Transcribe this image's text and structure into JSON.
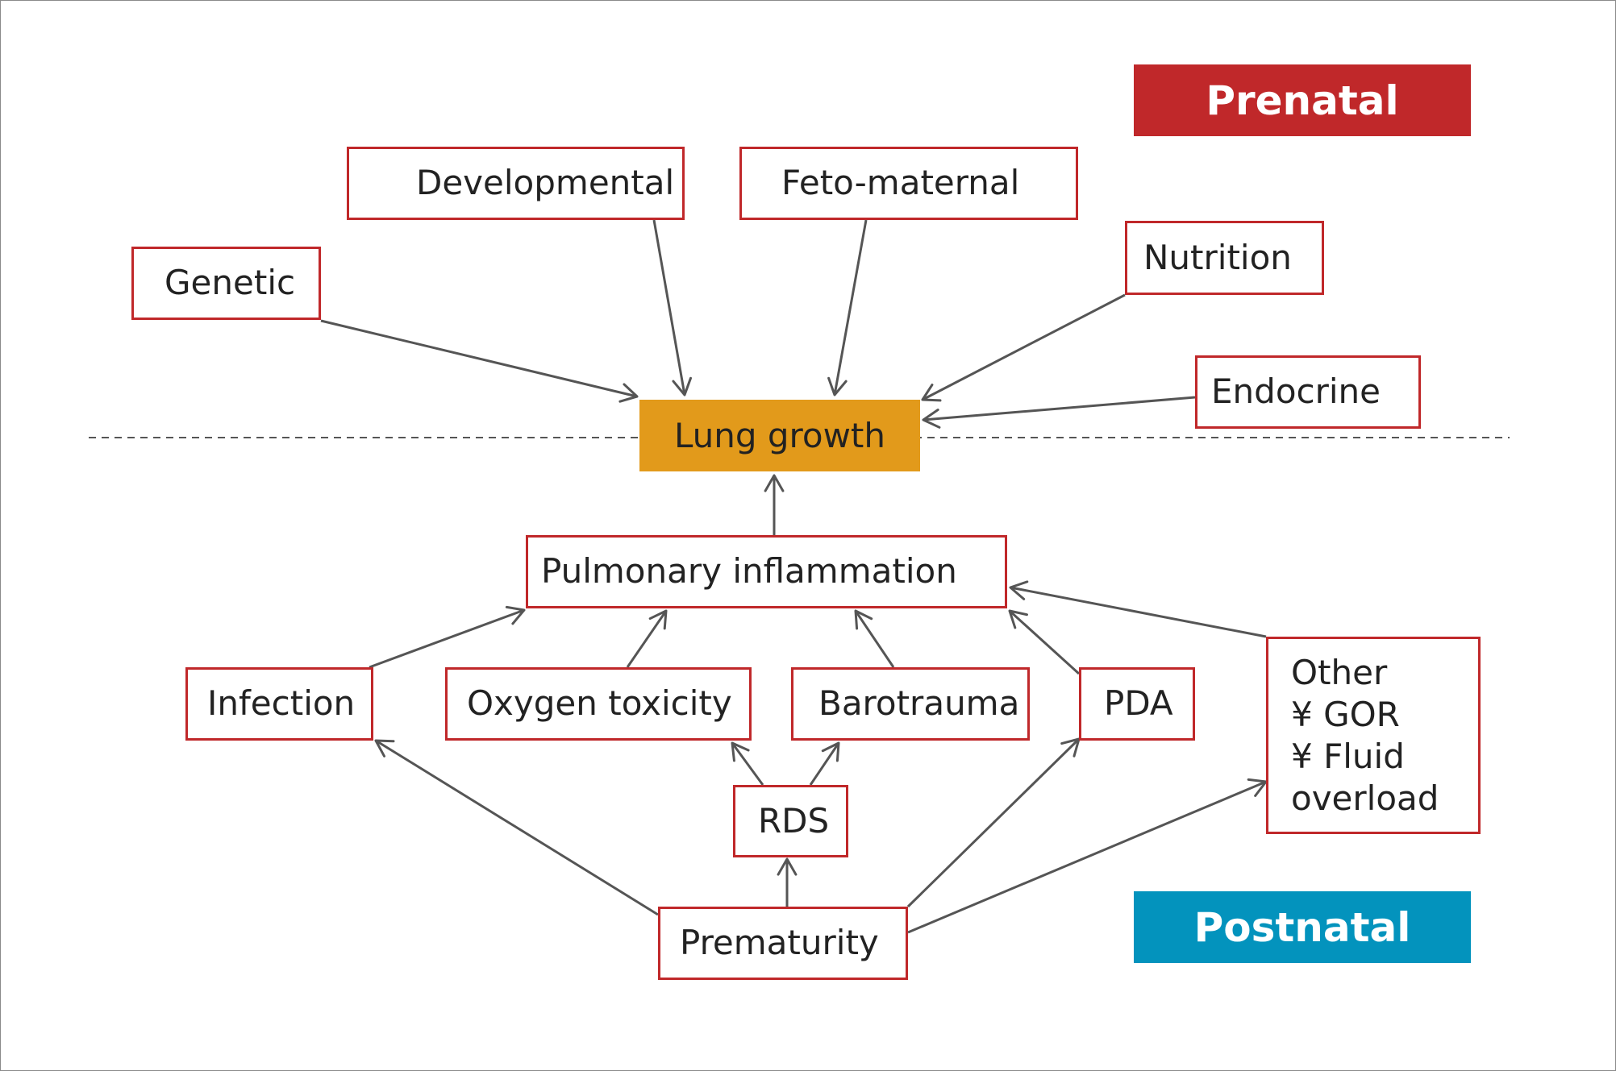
{
  "colors": {
    "box_border": "#c0282a",
    "hub_fill": "#e29a1b",
    "prenatal_fill": "#c0282a",
    "postnatal_fill": "#0393bd",
    "arrow": "#555555",
    "divider": "#555555"
  },
  "labels": {
    "prenatal": "Prenatal",
    "postnatal": "Postnatal"
  },
  "nodes": {
    "lung_growth": "Lung growth",
    "developmental": "Developmental",
    "feto_maternal": "Feto-maternal",
    "genetic": "Genetic",
    "nutrition": "Nutrition",
    "endocrine": "Endocrine",
    "pulmonary_inflammation": "Pulmonary inflammation",
    "infection": "Infection",
    "oxygen_toxicity": "Oxygen toxicity",
    "barotrauma": "Barotrauma",
    "pda": "PDA",
    "other": {
      "title": "Other",
      "items": [
        "¥ GOR",
        "¥ Fluid",
        "overload"
      ]
    },
    "rds": "RDS",
    "prematurity": "Prematurity"
  },
  "edges": [
    {
      "from": "genetic",
      "to": "lung_growth"
    },
    {
      "from": "developmental",
      "to": "lung_growth"
    },
    {
      "from": "feto_maternal",
      "to": "lung_growth"
    },
    {
      "from": "nutrition",
      "to": "lung_growth"
    },
    {
      "from": "endocrine",
      "to": "lung_growth"
    },
    {
      "from": "pulmonary_inflammation",
      "to": "lung_growth"
    },
    {
      "from": "infection",
      "to": "pulmonary_inflammation"
    },
    {
      "from": "oxygen_toxicity",
      "to": "pulmonary_inflammation"
    },
    {
      "from": "barotrauma",
      "to": "pulmonary_inflammation"
    },
    {
      "from": "pda",
      "to": "pulmonary_inflammation"
    },
    {
      "from": "other",
      "to": "pulmonary_inflammation"
    },
    {
      "from": "rds",
      "to": "oxygen_toxicity"
    },
    {
      "from": "rds",
      "to": "barotrauma"
    },
    {
      "from": "prematurity",
      "to": "rds"
    },
    {
      "from": "prematurity",
      "to": "infection"
    },
    {
      "from": "prematurity",
      "to": "pda"
    },
    {
      "from": "prematurity",
      "to": "other"
    }
  ]
}
